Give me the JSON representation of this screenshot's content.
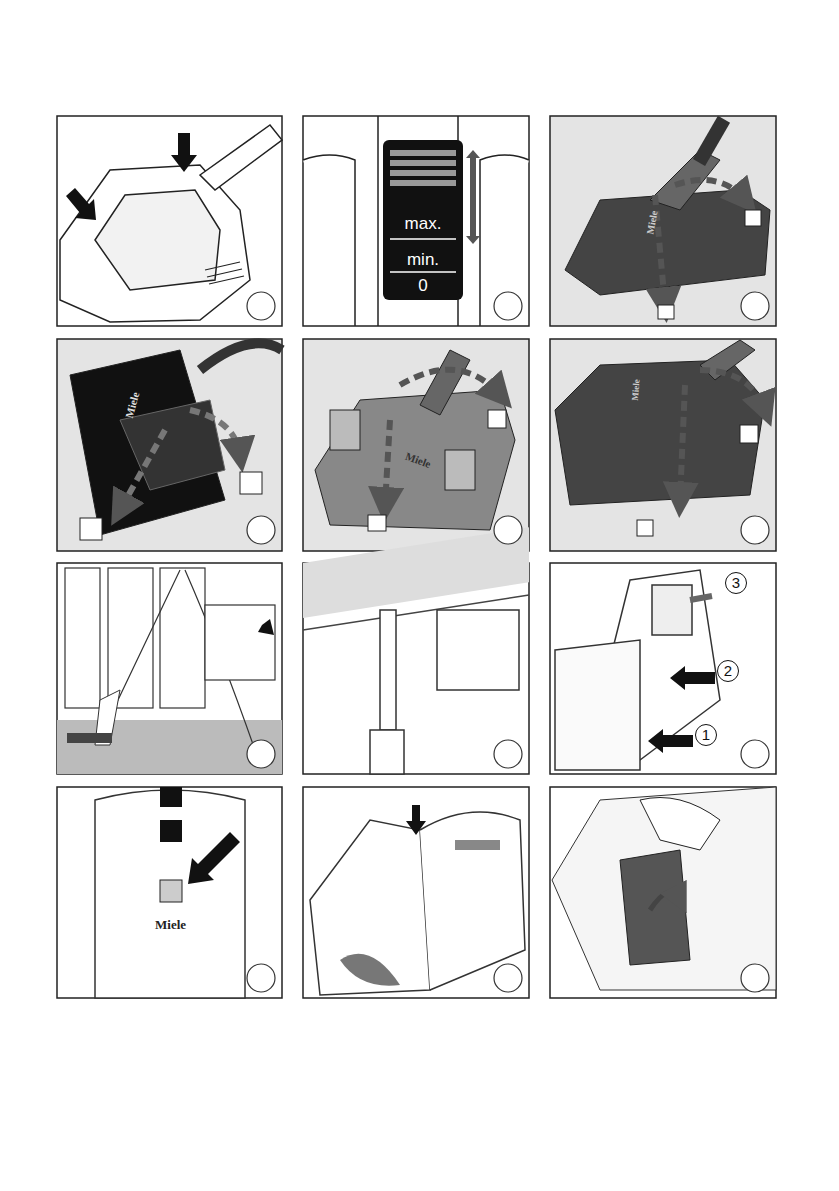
{
  "diagram": {
    "nodes": [
      {
        "text": [
          "max.",
          "min.",
          "0"
        ]
      },
      {
        "text": [
          "3"
        ]
      },
      {
        "text": [
          "2"
        ]
      },
      {
        "text": [
          "1"
        ]
      }
    ],
    "labels": [
      "Miele",
      "Miele",
      "Miele",
      "Miele",
      "Miele"
    ]
  }
}
